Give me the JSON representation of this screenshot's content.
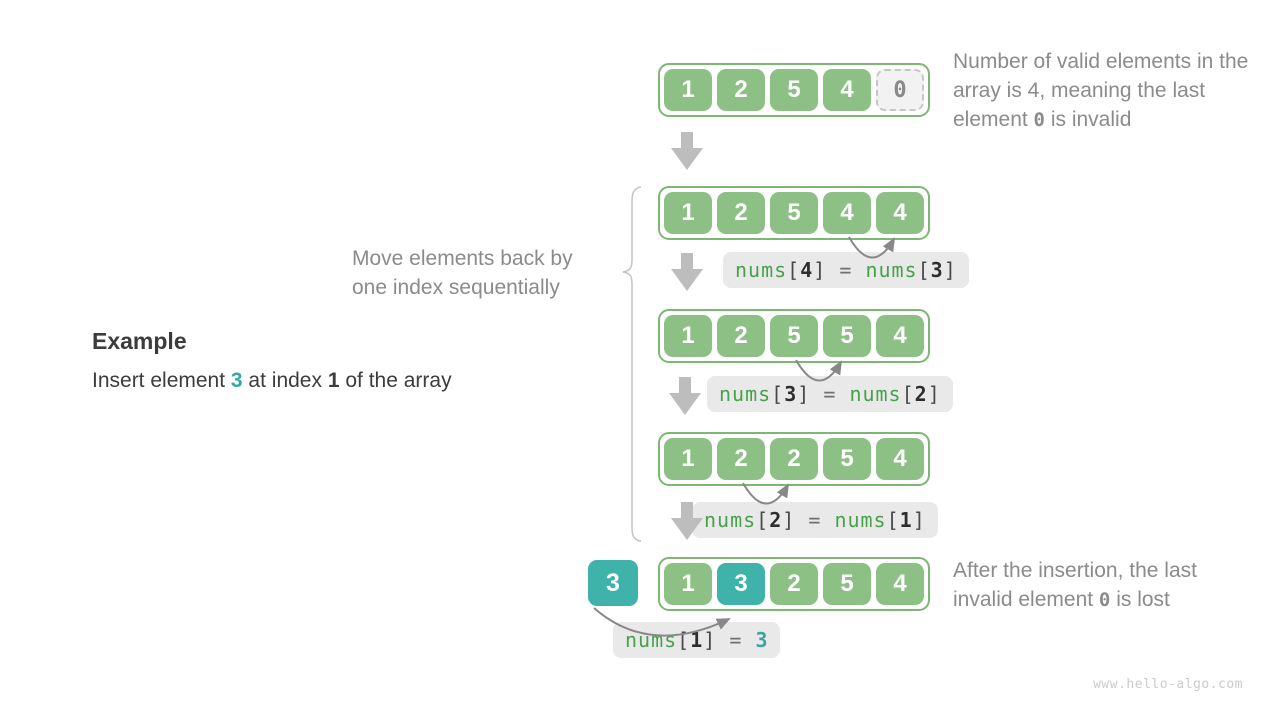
{
  "colors": {
    "cell_green": "#8cc084",
    "array_border_green": "#7cb873",
    "cell_teal": "#3fb2aa",
    "invalid_cell_bg": "#f2f2f2",
    "invalid_cell_border": "#c6c6c6",
    "op_label_bg": "#e9e9e9",
    "code_green": "#46a24a",
    "teal_text": "#35a79f",
    "gray_note_text": "#8b8b8b",
    "dark_text": "#3c3c3c",
    "block_arrow_gray": "#bdbdbd",
    "curved_arrow_gray": "#888888",
    "watermark_gray": "#cbcbcb"
  },
  "example": {
    "title": "Example",
    "desc_tokens": [
      {
        "text": "Insert element ",
        "c": "plain"
      },
      {
        "text": "3",
        "c": "teal-b"
      },
      {
        "text": " at index ",
        "c": "plain"
      },
      {
        "text": "1",
        "c": "b"
      },
      {
        "text": " of the array",
        "c": "plain"
      }
    ]
  },
  "move_note": "Move elements back by one index sequentially",
  "annotation_top_tokens": [
    {
      "text": "Number of valid elements in the array is 4, meaning the last element ",
      "c": "plain"
    },
    {
      "text": "0",
      "c": "code"
    },
    {
      "text": " is invalid",
      "c": "plain"
    }
  ],
  "annotation_bottom_tokens": [
    {
      "text": "After the insertion, the last invalid element ",
      "c": "plain"
    },
    {
      "text": "0",
      "c": "code"
    },
    {
      "text": " is lost",
      "c": "plain"
    }
  ],
  "rows": [
    {
      "cells": [
        {
          "v": "1",
          "t": "green"
        },
        {
          "v": "2",
          "t": "green"
        },
        {
          "v": "5",
          "t": "green"
        },
        {
          "v": "4",
          "t": "green"
        },
        {
          "v": "0",
          "t": "invalid"
        }
      ]
    },
    {
      "cells": [
        {
          "v": "1",
          "t": "green"
        },
        {
          "v": "2",
          "t": "green"
        },
        {
          "v": "5",
          "t": "green"
        },
        {
          "v": "4",
          "t": "green"
        },
        {
          "v": "4",
          "t": "green"
        }
      ]
    },
    {
      "cells": [
        {
          "v": "1",
          "t": "green"
        },
        {
          "v": "2",
          "t": "green"
        },
        {
          "v": "5",
          "t": "green"
        },
        {
          "v": "5",
          "t": "green"
        },
        {
          "v": "4",
          "t": "green"
        }
      ]
    },
    {
      "cells": [
        {
          "v": "1",
          "t": "green"
        },
        {
          "v": "2",
          "t": "green"
        },
        {
          "v": "2",
          "t": "green"
        },
        {
          "v": "5",
          "t": "green"
        },
        {
          "v": "4",
          "t": "green"
        }
      ]
    },
    {
      "cells": [
        {
          "v": "1",
          "t": "green"
        },
        {
          "v": "3",
          "t": "teal"
        },
        {
          "v": "2",
          "t": "green"
        },
        {
          "v": "5",
          "t": "green"
        },
        {
          "v": "4",
          "t": "green"
        }
      ]
    }
  ],
  "inserted": {
    "cells": [
      {
        "v": "3",
        "t": "teal"
      }
    ]
  },
  "ops": [
    {
      "tokens": [
        {
          "text": "nums",
          "c": "fn"
        },
        {
          "text": "[",
          "c": "br"
        },
        {
          "text": "4",
          "c": "idx"
        },
        {
          "text": "]",
          "c": "br"
        },
        {
          "text": " = ",
          "c": "eq"
        },
        {
          "text": "nums",
          "c": "fn"
        },
        {
          "text": "[",
          "c": "br"
        },
        {
          "text": "3",
          "c": "idx"
        },
        {
          "text": "]",
          "c": "br"
        }
      ]
    },
    {
      "tokens": [
        {
          "text": "nums",
          "c": "fn"
        },
        {
          "text": "[",
          "c": "br"
        },
        {
          "text": "3",
          "c": "idx"
        },
        {
          "text": "]",
          "c": "br"
        },
        {
          "text": " = ",
          "c": "eq"
        },
        {
          "text": "nums",
          "c": "fn"
        },
        {
          "text": "[",
          "c": "br"
        },
        {
          "text": "2",
          "c": "idx"
        },
        {
          "text": "]",
          "c": "br"
        }
      ]
    },
    {
      "tokens": [
        {
          "text": "nums",
          "c": "fn"
        },
        {
          "text": "[",
          "c": "br"
        },
        {
          "text": "2",
          "c": "idx"
        },
        {
          "text": "]",
          "c": "br"
        },
        {
          "text": " = ",
          "c": "eq"
        },
        {
          "text": "nums",
          "c": "fn"
        },
        {
          "text": "[",
          "c": "br"
        },
        {
          "text": "1",
          "c": "idx"
        },
        {
          "text": "]",
          "c": "br"
        }
      ]
    },
    {
      "tokens": [
        {
          "text": "nums",
          "c": "fn"
        },
        {
          "text": "[",
          "c": "br"
        },
        {
          "text": "1",
          "c": "idx"
        },
        {
          "text": "]",
          "c": "br"
        },
        {
          "text": " = ",
          "c": "eq"
        },
        {
          "text": "3",
          "c": "tealv"
        }
      ]
    }
  ],
  "watermark": "www.hello-algo.com"
}
